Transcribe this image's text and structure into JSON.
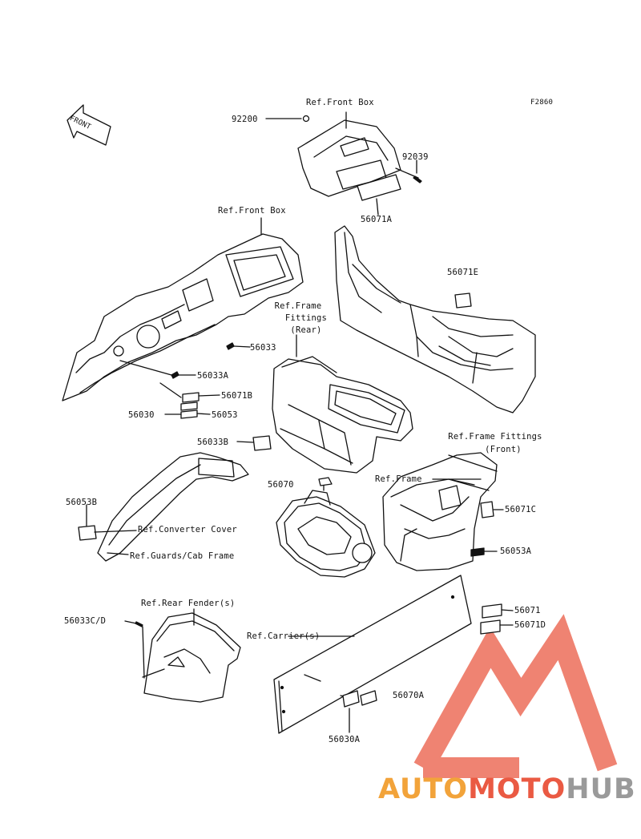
{
  "figure_code": "F2860",
  "front_label": "FRONT",
  "refs": {
    "front_box_top": "Ref.Front Box",
    "front_box_mid": "Ref.Front Box",
    "frame_fittings_rear": [
      "Ref.Frame",
      "Fittings",
      "(Rear)"
    ],
    "frame_fittings_front": [
      "Ref.Frame Fittings",
      "(Front)"
    ],
    "frame": "Ref.Frame",
    "converter_cover": "Ref.Converter Cover",
    "guards_cab_frame": "Ref.Guards/Cab Frame",
    "rear_fenders": "Ref.Rear Fender(s)",
    "carriers": "Ref.Carrier(s)"
  },
  "parts": {
    "p92200": "92200",
    "p92039": "92039",
    "p56071A": "56071A",
    "p56071E": "56071E",
    "p56033": "56033",
    "p56033A": "56033A",
    "p56071B": "56071B",
    "p56030": "56030",
    "p56053": "56053",
    "p56033B": "56033B",
    "p56070": "56070",
    "p56071C": "56071C",
    "p56053B": "56053B",
    "p56053A": "56053A",
    "p56071": "56071",
    "p56071D": "56071D",
    "p56033CD": "56033C/D",
    "p56070A": "56070A",
    "p56030A": "56030A"
  },
  "watermark": {
    "auto": "AUTO",
    "moto": "MOTO",
    "hub": "HUB"
  },
  "colors": {
    "logo_red": "#ea5a43",
    "logo_orange": "#f2a33a",
    "logo_gray": "#9a9a9a"
  }
}
